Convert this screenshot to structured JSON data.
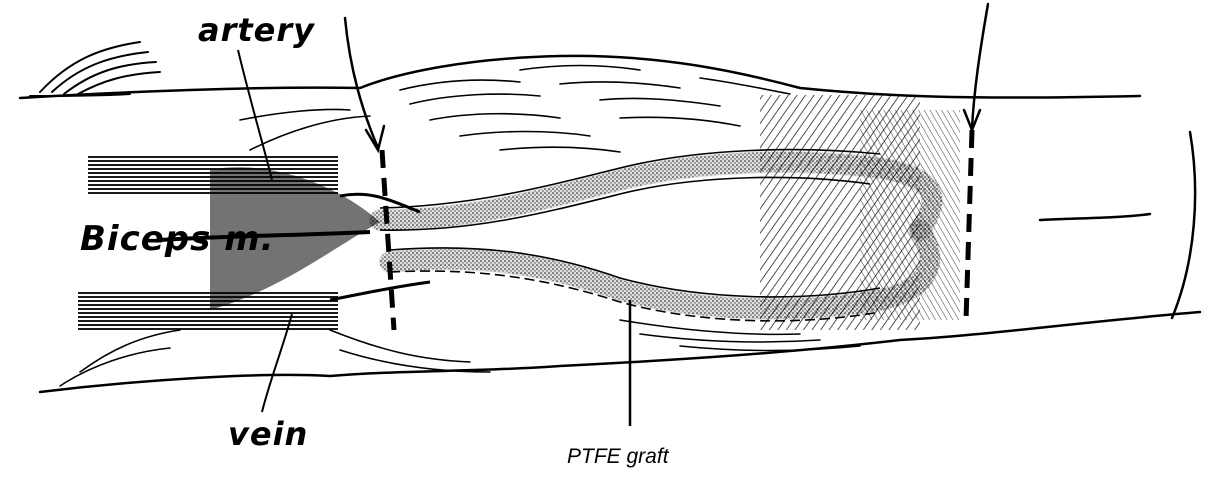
{
  "labels": {
    "artery": "artery",
    "biceps": "Biceps m.",
    "vein": "vein",
    "ptfe_graft": "PTFE graft"
  },
  "colors": {
    "ink": "#000000",
    "paper": "#ffffff"
  }
}
